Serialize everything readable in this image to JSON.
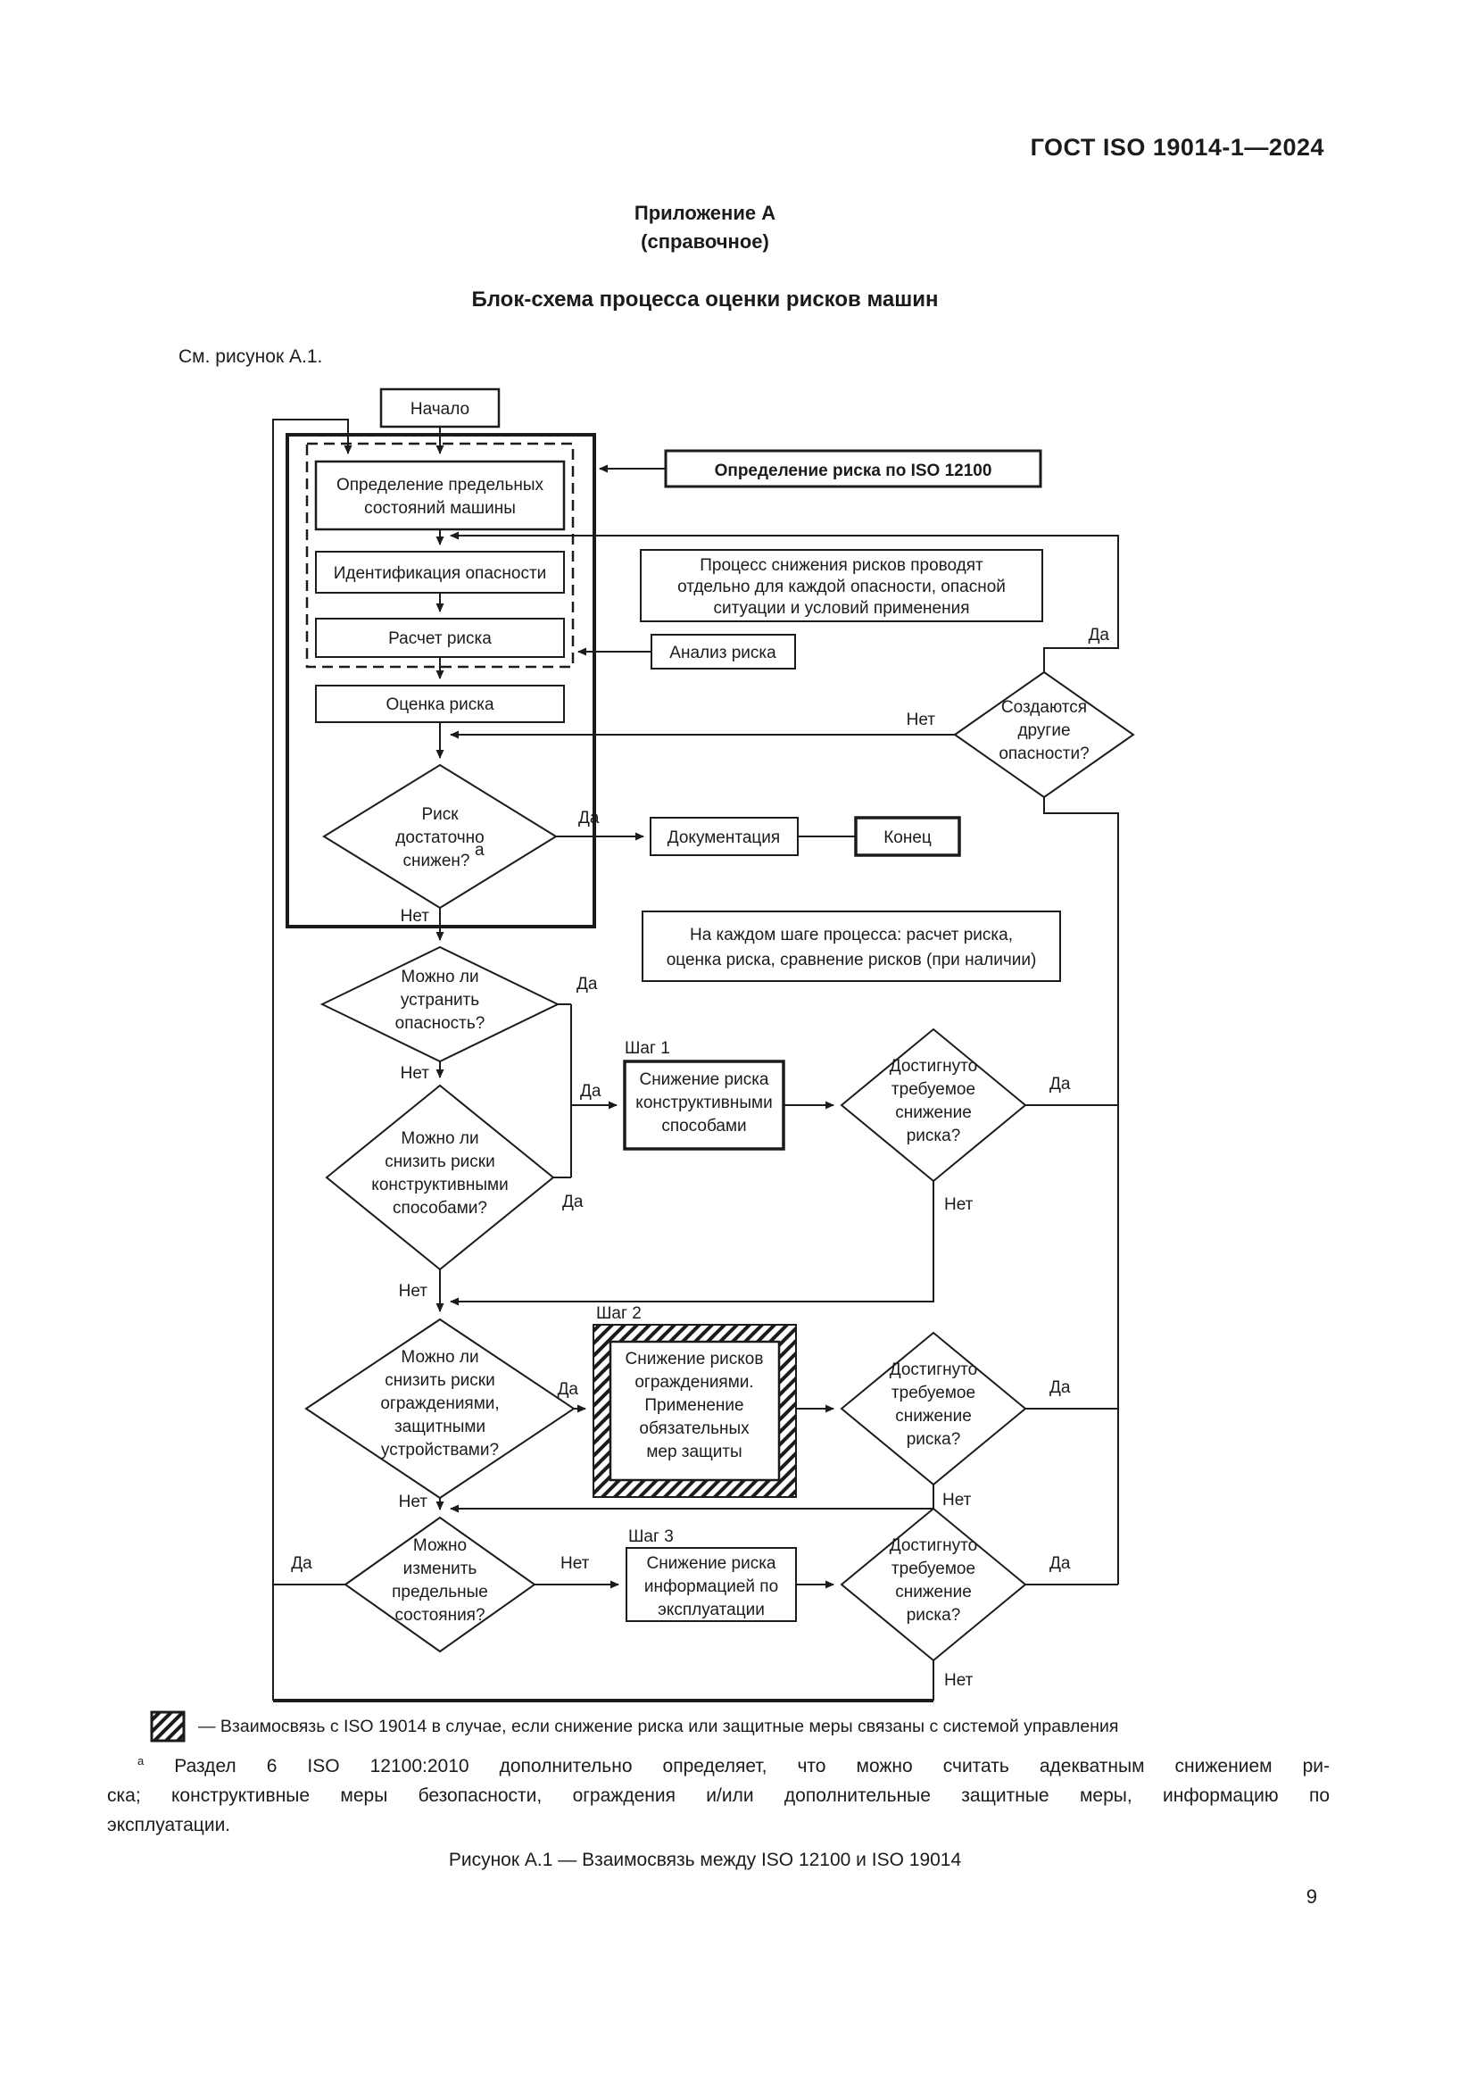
{
  "page": {
    "header": "ГОСТ ISO 19014-1—2024",
    "annex_title": "Приложение А",
    "annex_type": "(справочное)",
    "doc_title": "Блок-схема процесса оценки рисков машин",
    "see_ref": "См. рисунок А.1.",
    "figure_caption": "Рисунок А.1 — Взаимосвязь между ISO 12100 и ISO 19014",
    "page_number": "9"
  },
  "labels": {
    "yes": "Да",
    "no": "Нет",
    "step1": "Шаг 1",
    "step2": "Шаг 2",
    "step3": "Шаг 3"
  },
  "fc": {
    "start": "Начало",
    "limits": [
      "Определение предельных",
      "состояний машины"
    ],
    "hazard_id": "Идентификация опасности",
    "risk_calc": "Расчет риска",
    "risk_eval": "Оценка риска",
    "iso12100": "Определение риска по ISO 12100",
    "note_process": [
      "Процесс снижения рисков проводят",
      "отдельно для каждой опасности, опасной",
      "ситуации и условий применения"
    ],
    "risk_analysis": "Анализ риска",
    "other_hazards": [
      "Создаются",
      "другие",
      "опасности?"
    ],
    "risk_reduced": [
      "Риск",
      "достаточно",
      "снижен?"
    ],
    "risk_reduced_sup": "а",
    "documentation": "Документация",
    "end": "Конец",
    "note_each_step": [
      "На каждом шаге процесса: расчет риска,",
      "оценка риска, сравнение рисков (при наличии)"
    ],
    "eliminate": [
      "Можно ли",
      "устранить",
      "опасность?"
    ],
    "design_means": [
      "Можно ли",
      "снизить риски",
      "конструктивными",
      "способами?"
    ],
    "step1_box": [
      "Снижение риска",
      "конструктивными",
      "способами"
    ],
    "achieved": [
      "Достигнуто",
      "требуемое",
      "снижение",
      "риска?"
    ],
    "guards": [
      "Можно ли",
      "снизить риски",
      "ограждениями,",
      "защитными",
      "устройствами?"
    ],
    "step2_box": [
      "Снижение рисков",
      "ограждениями.",
      "Применение",
      "обязательных",
      "мер защиты"
    ],
    "change_limits": [
      "Можно",
      "изменить",
      "предельные",
      "состояния?"
    ],
    "step3_box": [
      "Снижение риска",
      "информацией по",
      "эксплуатации"
    ]
  },
  "legend": {
    "text": "— Взаимосвязь с ISO 19014 в случае, если снижение риска или защитные меры связаны с системой управления"
  },
  "footnote": {
    "marker": "а",
    "lines": [
      "Раздел 6 ISO 12100:2010 дополнительно определяет, что можно считать адекватным снижением ри-",
      "ска; конструктивные меры безопасности, ограждения и/или дополнительные защитные меры, информацию по",
      "эксплуатации."
    ]
  }
}
